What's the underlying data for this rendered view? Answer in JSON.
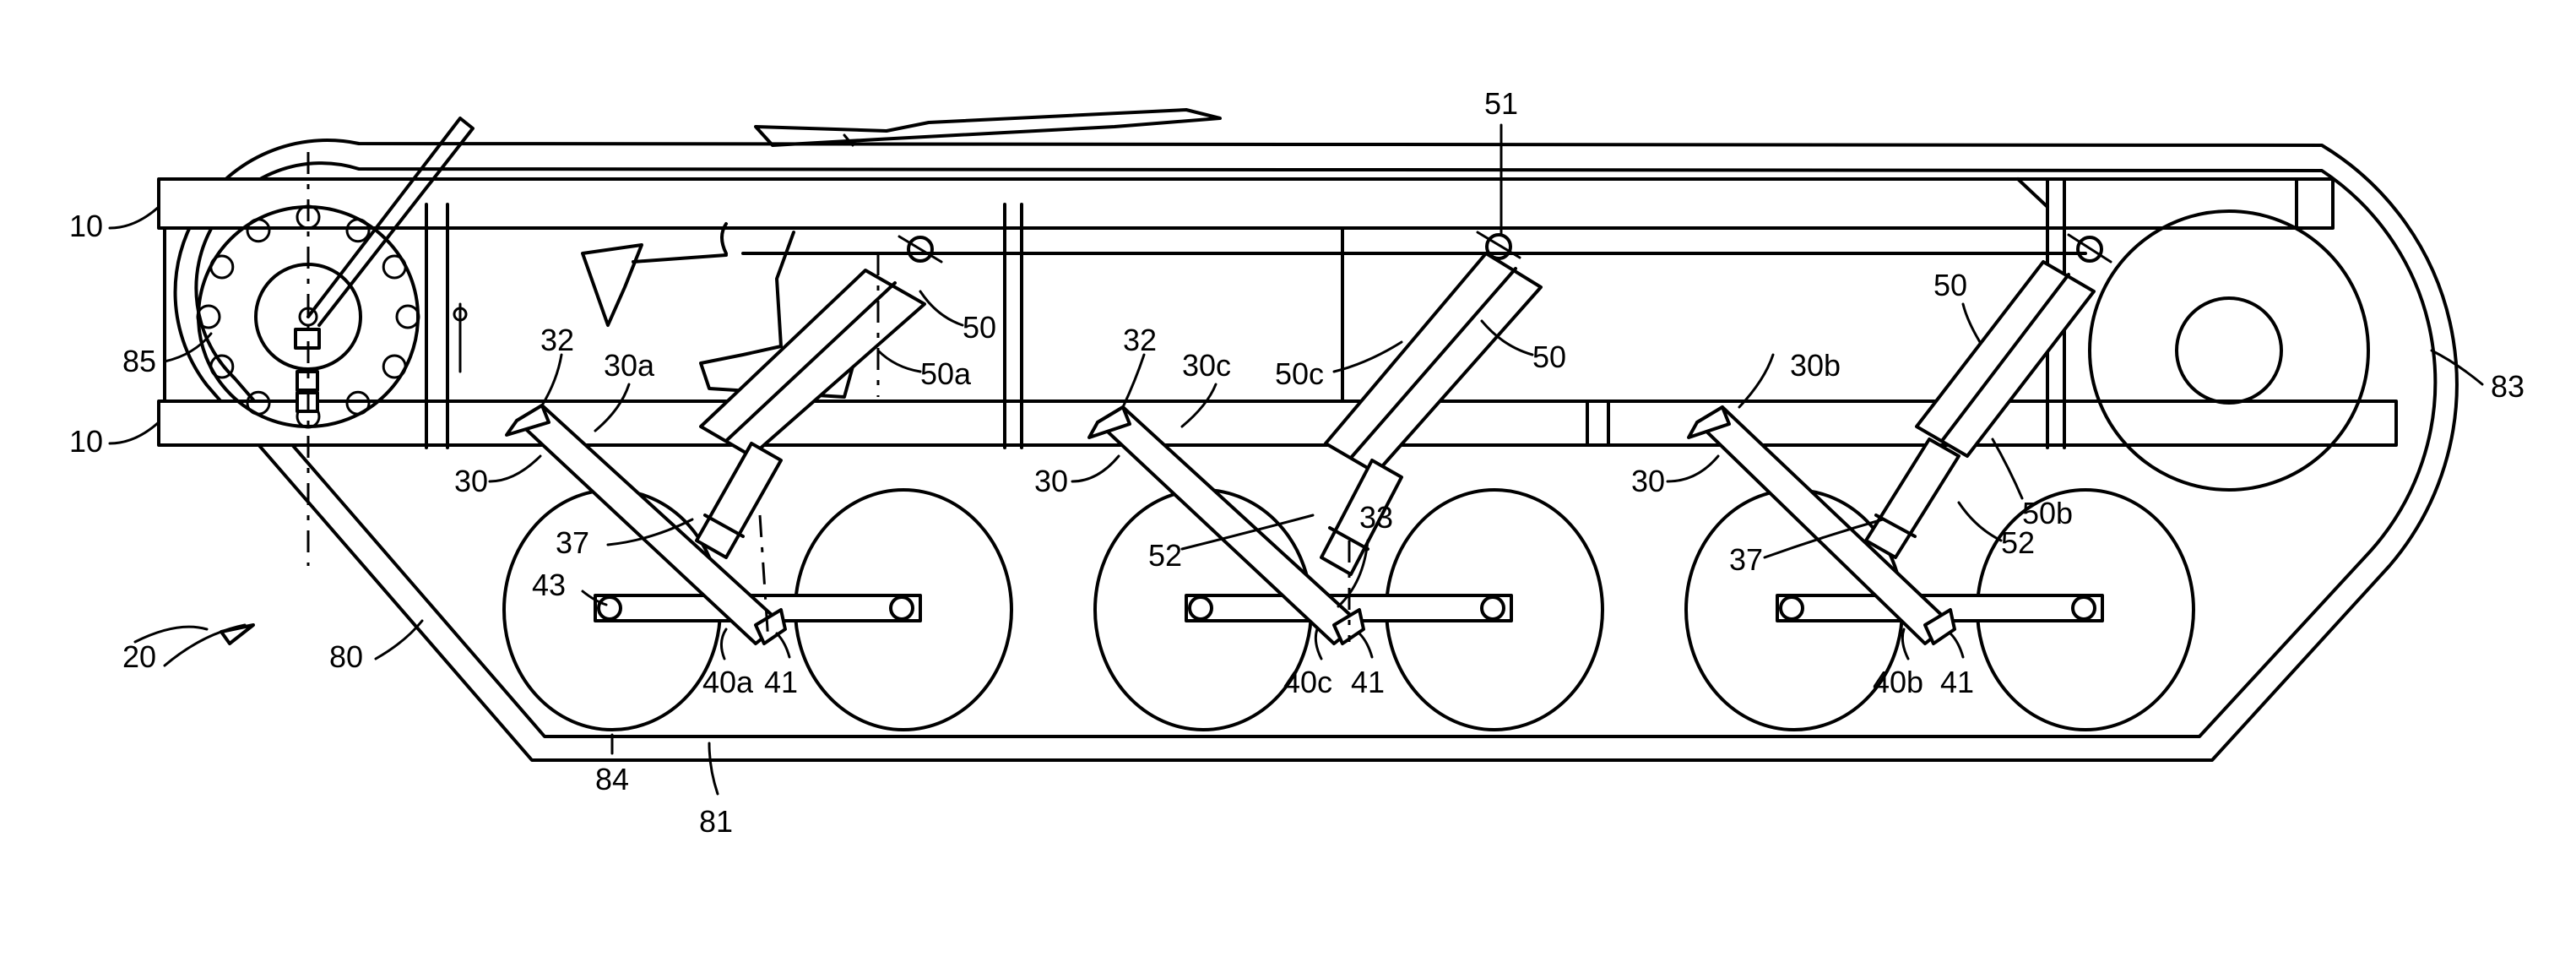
{
  "figure": {
    "labels": [
      {
        "key": "l10a",
        "text": "10"
      },
      {
        "key": "l10b",
        "text": "10"
      },
      {
        "key": "l85",
        "text": "85"
      },
      {
        "key": "l32a",
        "text": "32"
      },
      {
        "key": "l30a",
        "text": "30a"
      },
      {
        "key": "l30l",
        "text": "30"
      },
      {
        "key": "l37l",
        "text": "37"
      },
      {
        "key": "l43",
        "text": "43"
      },
      {
        "key": "l20",
        "text": "20"
      },
      {
        "key": "l80",
        "text": "80"
      },
      {
        "key": "l84",
        "text": "84"
      },
      {
        "key": "l81",
        "text": "81"
      },
      {
        "key": "l40a",
        "text": "40a"
      },
      {
        "key": "l41l",
        "text": "41"
      },
      {
        "key": "l50l",
        "text": "50"
      },
      {
        "key": "l50a",
        "text": "50a"
      },
      {
        "key": "l32c",
        "text": "32"
      },
      {
        "key": "l30c",
        "text": "30c"
      },
      {
        "key": "l30m",
        "text": "30"
      },
      {
        "key": "l50c",
        "text": "50c"
      },
      {
        "key": "l50m",
        "text": "50"
      },
      {
        "key": "l51",
        "text": "51"
      },
      {
        "key": "l52m",
        "text": "52"
      },
      {
        "key": "l33",
        "text": "33"
      },
      {
        "key": "l40c",
        "text": "40c"
      },
      {
        "key": "l41m",
        "text": "41"
      },
      {
        "key": "l30b",
        "text": "30b"
      },
      {
        "key": "l30r",
        "text": "30"
      },
      {
        "key": "l50r",
        "text": "50"
      },
      {
        "key": "l37r",
        "text": "37"
      },
      {
        "key": "l52r",
        "text": "52"
      },
      {
        "key": "l50b",
        "text": "50b"
      },
      {
        "key": "l40b",
        "text": "40b"
      },
      {
        "key": "l41r",
        "text": "41"
      },
      {
        "key": "l83",
        "text": "83"
      }
    ]
  }
}
